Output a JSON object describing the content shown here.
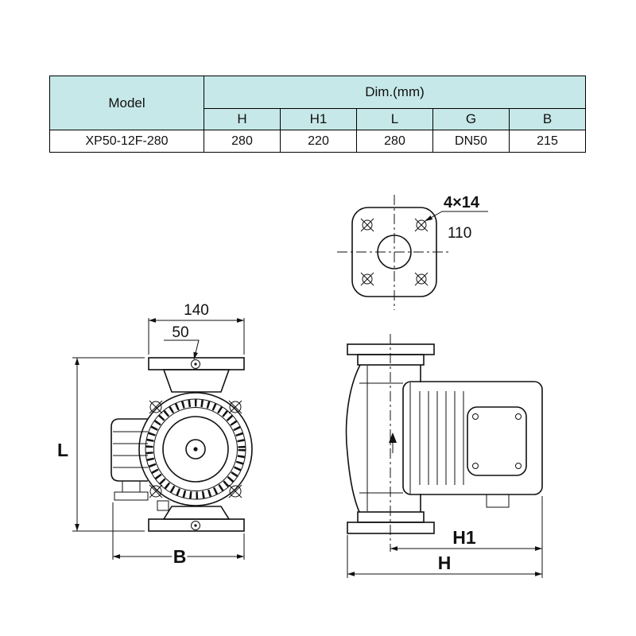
{
  "table": {
    "model_header": "Model",
    "dim_header": "Dim.(mm)",
    "columns": [
      "H",
      "H1",
      "L",
      "G",
      "B"
    ],
    "rows": [
      {
        "model": "XP50-12F-280",
        "values": [
          "280",
          "220",
          "280",
          "DN50",
          "215"
        ]
      }
    ]
  },
  "labels": {
    "flange_holes": "4×14",
    "flange_pcd": "110",
    "front_width": "140",
    "front_port": "50",
    "dim_L": "L",
    "dim_B": "B",
    "dim_H1": "H1",
    "dim_H": "H"
  },
  "colors": {
    "table_header_bg": "#c7e8e8",
    "line": "#111111",
    "background": "#ffffff"
  }
}
